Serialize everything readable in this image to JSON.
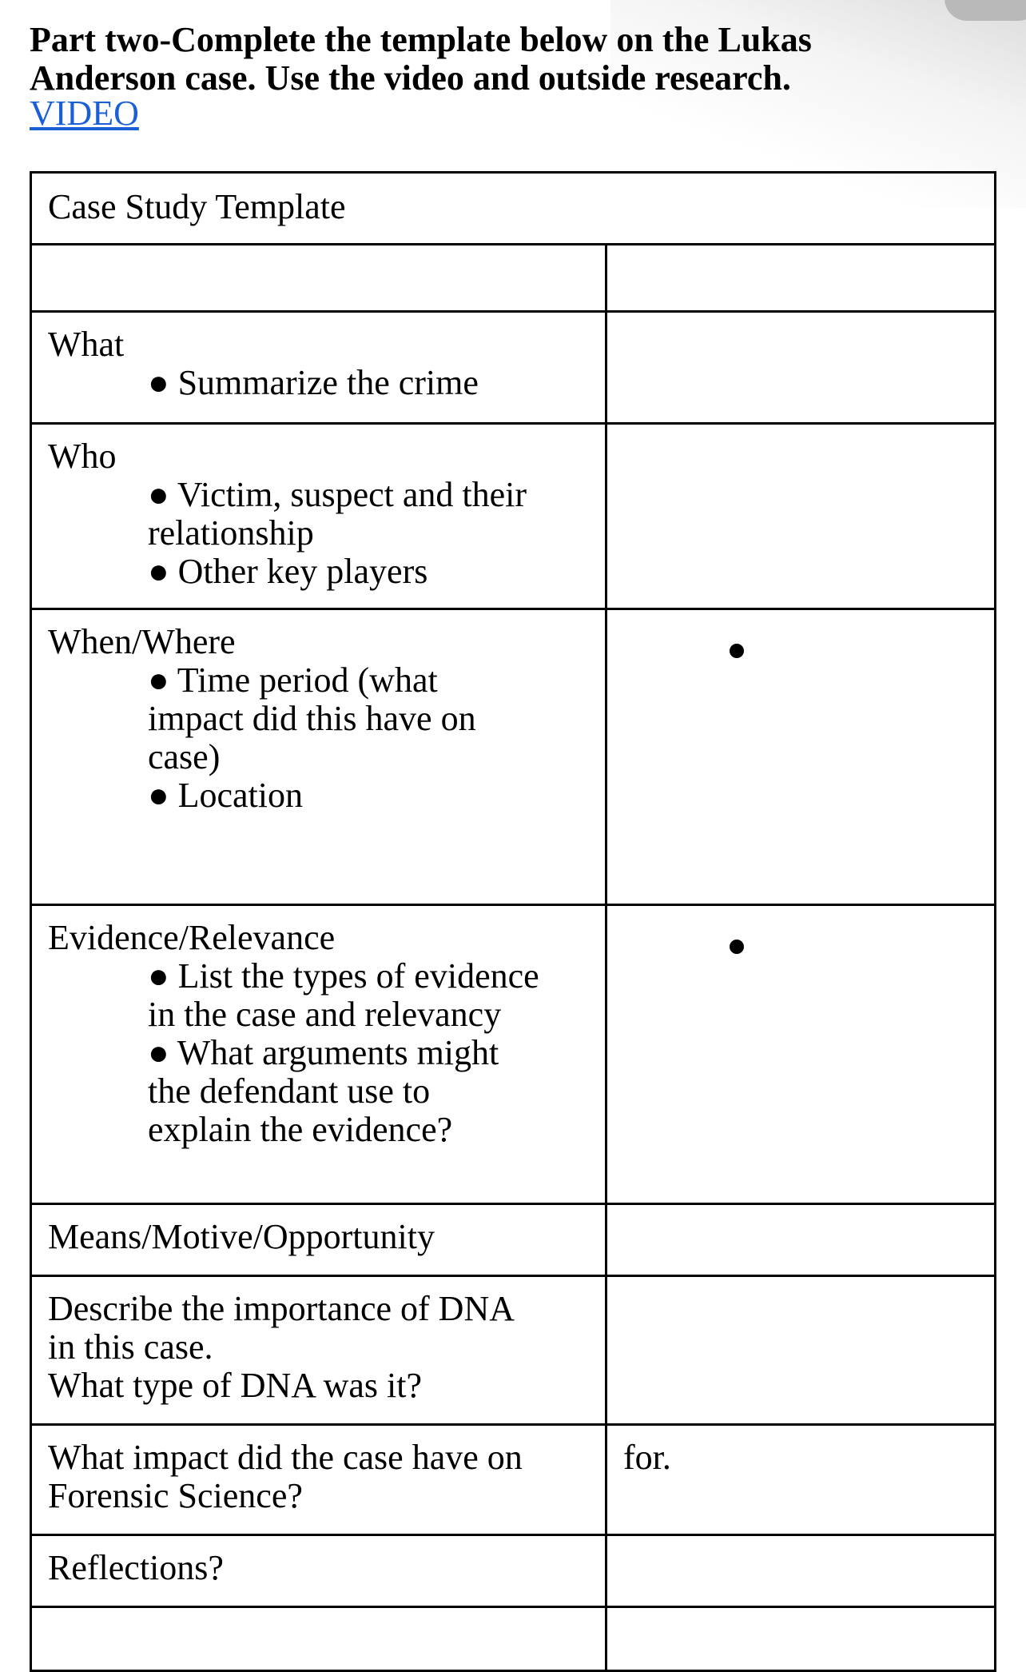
{
  "header": {
    "line1": "Part two-Complete the template below on the Lukas",
    "line2": "Anderson case.  Use the video and outside research.",
    "link": "VIDEO"
  },
  "table": {
    "title": "Case Study Template",
    "rows": {
      "what": {
        "label": "What",
        "bullets": [
          "Summarize the crime"
        ]
      },
      "who": {
        "label": "Who",
        "bullet1_line1": "Victim, suspect and their",
        "bullet1_line2": "relationship",
        "bullet2": "Other key players"
      },
      "when_where": {
        "label": "When/Where",
        "b1_l1": "Time period (what",
        "b1_l2": "impact did this have on",
        "b1_l3": "case)",
        "b2": "Location"
      },
      "evidence": {
        "label": "Evidence/Relevance",
        "b1_l1": "List the types of evidence",
        "b1_l2": "in the case and relevancy",
        "b2_l1": "What arguments might",
        "b2_l2": "the defendant use to",
        "b2_l3": "explain the evidence?"
      },
      "mmo": {
        "label": "Means/Motive/Opportunity"
      },
      "dna": {
        "line1": "Describe the importance of DNA",
        "line2": "in this case.",
        "line3": "What type of DNA was it?"
      },
      "impact": {
        "line1": "What impact did the case have on",
        "line2": "Forensic Science?",
        "answer": "for."
      },
      "reflections": {
        "label": "Reflections?"
      }
    }
  },
  "bullet_char": "●"
}
